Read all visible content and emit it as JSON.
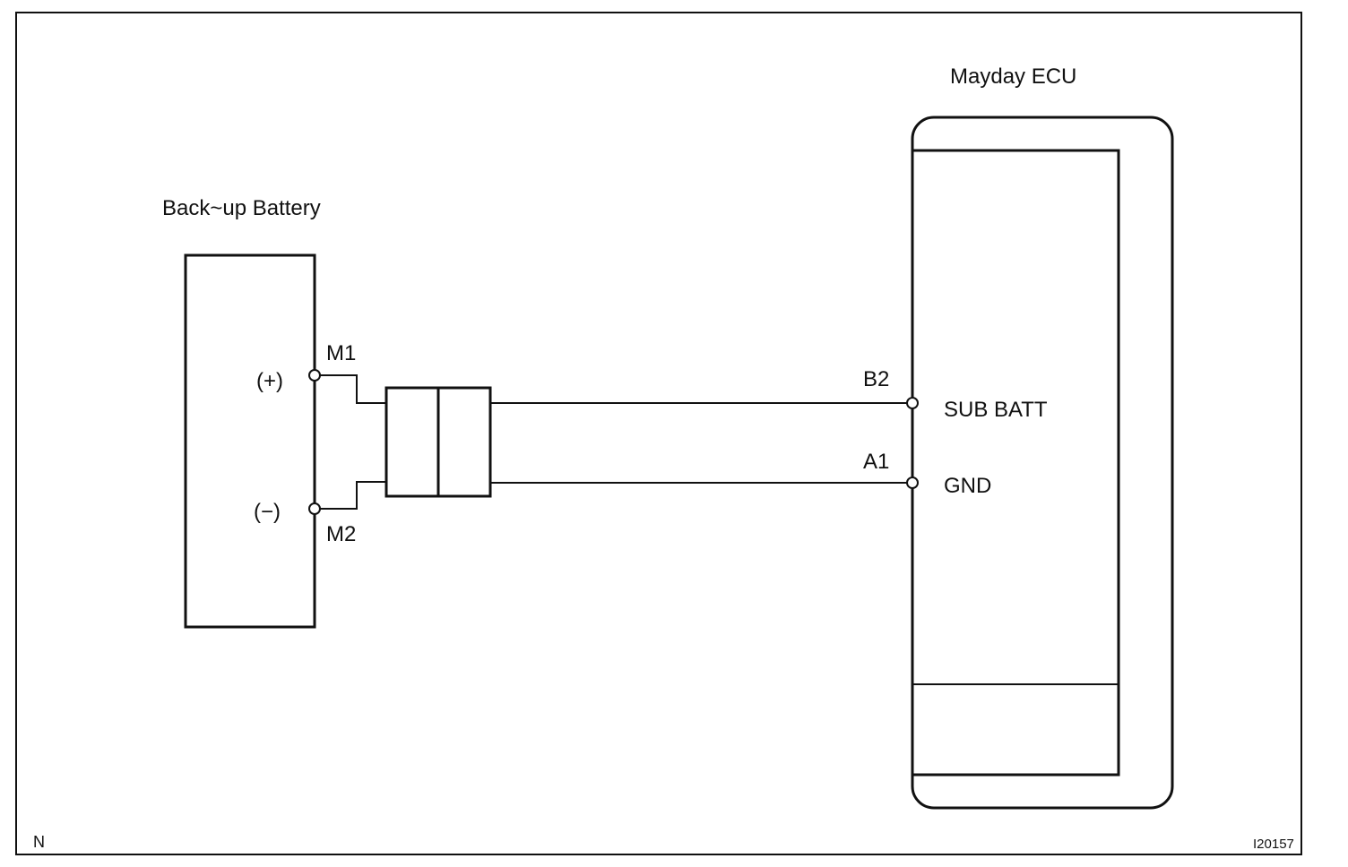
{
  "battery": {
    "title": "Back~up Battery",
    "positive_label": "(+)",
    "negative_label": "(−)",
    "pin_positive": "M1",
    "pin_negative": "M2"
  },
  "ecu": {
    "title": "Mayday ECU",
    "pin_sub_batt": "B2",
    "pin_gnd": "A1",
    "sub_batt_label": "SUB BATT",
    "gnd_label": "GND"
  },
  "footer": {
    "corner_mark": "N",
    "figure_id": "I20157"
  }
}
